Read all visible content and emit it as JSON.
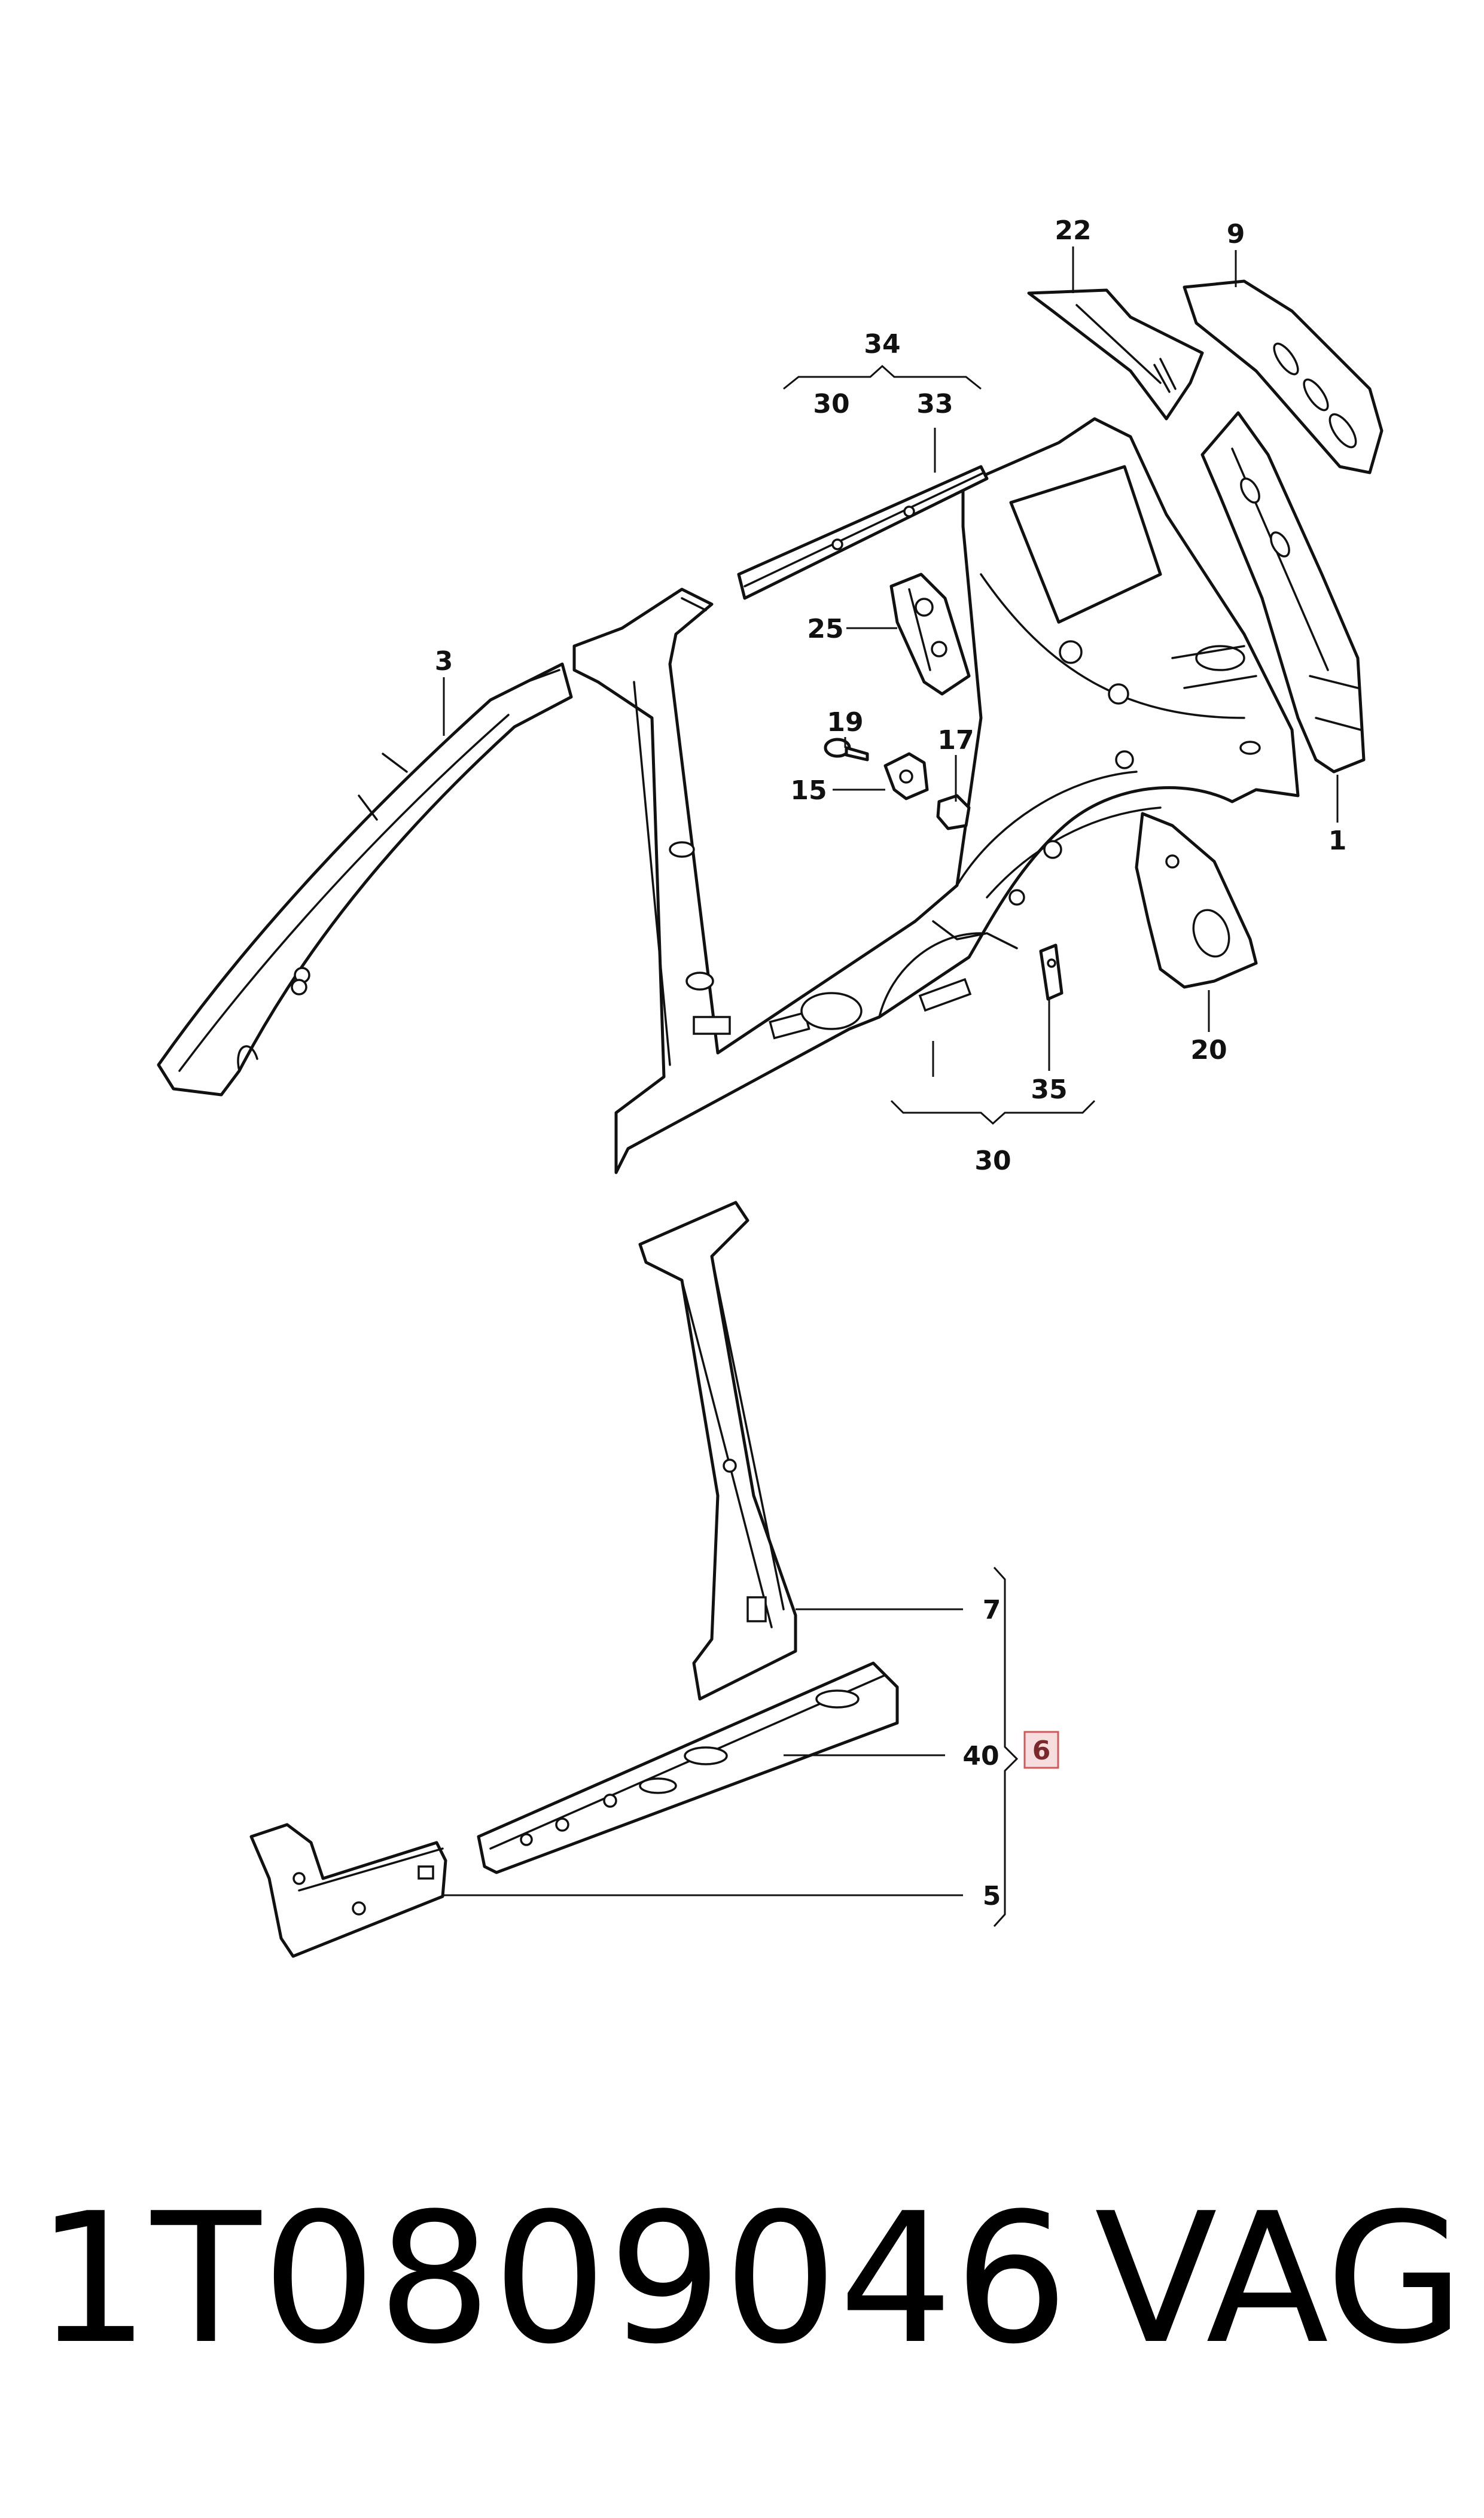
{
  "callouts": {
    "c22": "22",
    "c9": "9",
    "c34": "34",
    "c30_top": "30",
    "c33": "33",
    "c3": "3",
    "c25": "25",
    "c19": "19",
    "c17": "17",
    "c15": "15",
    "c1": "1",
    "c20": "20",
    "c35": "35",
    "c30_bottom": "30",
    "c7": "7",
    "c40": "40",
    "c6": "6",
    "c5": "5"
  },
  "footer": {
    "part_number": "1T0809046",
    "brand": "VAG"
  },
  "colors": {
    "line": "#111111",
    "highlight_fill": "#f7dede",
    "highlight_border": "#d05a5a"
  }
}
